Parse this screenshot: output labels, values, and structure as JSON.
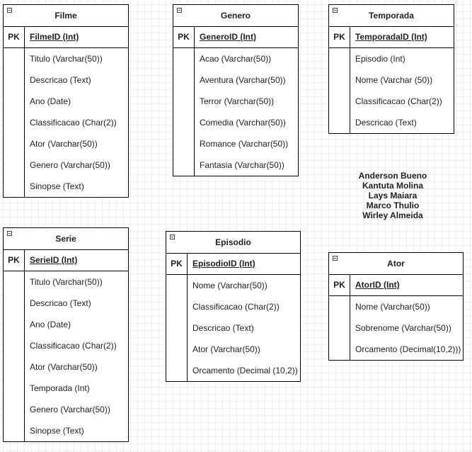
{
  "tables": {
    "filme": {
      "title": "Filme",
      "pk_label": "PK",
      "pk_field": "FilmeID (Int)",
      "fields": [
        "Titulo  (Varchar(50))",
        "Descricao (Text)",
        "Ano (Date)",
        "Classificacao (Char(2))",
        "Ator (Varchar(50))",
        "Genero (Varchar(50))",
        "Sinopse (Text)"
      ]
    },
    "genero": {
      "title": "Genero",
      "pk_label": "PK",
      "pk_field": "GeneroID (Int)",
      "fields": [
        "Acao (Varchar(50))",
        "Aventura (Varchar(50))",
        "Terror (Varchar(50))",
        "Comedia (Varchar(50))",
        "Romance (Varchar(50))",
        "Fantasia (Varchar(50))"
      ]
    },
    "temporada": {
      "title": "Temporada",
      "pk_label": "PK",
      "pk_field": "TemporadaID (Int)",
      "fields": [
        "Episodio (Int)",
        "Nome (Varchar (50))",
        "Classificacao (Char(2))",
        "Descricao (Text)"
      ]
    },
    "serie": {
      "title": "Serie",
      "pk_label": "PK",
      "pk_field": "SerieID (Int)",
      "fields": [
        "Titulo (Varchar(50))",
        "Descricao (Text)",
        "Ano (Date)",
        "Classificacao (Char(2))",
        "Ator (Varchar(50))",
        "Temporada (Int)",
        "Genero (Varchar(50))",
        "Sinopse (Text)"
      ]
    },
    "episodio": {
      "title": "Episodio",
      "pk_label": "PK",
      "pk_field": "EpisodioID (Int)",
      "fields": [
        "Nome (Varchar(50))",
        "Classificacao (Char(2))",
        "Descricao (Text)",
        "Ator (Varchar(50))",
        "Orcamento (Decimal (10,2))"
      ]
    },
    "ator": {
      "title": "Ator",
      "pk_label": "PK",
      "pk_field": "AtorID (Int)",
      "fields": [
        "Nome (Varchar(50))",
        "Sobrenome (Varchar(50))",
        "Orcamento (Decimal(10,2)))"
      ]
    }
  },
  "authors": [
    "Anderson Bueno",
    "Kantuta Molina",
    "Lays Maiara",
    "Marco Thulio",
    "Wirley Almeida"
  ]
}
